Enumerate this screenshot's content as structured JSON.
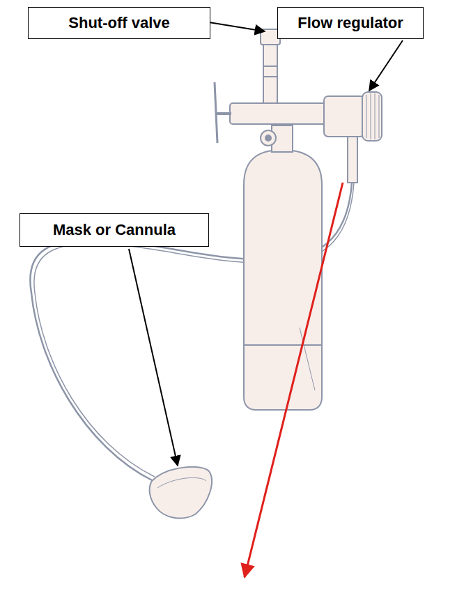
{
  "diagram": {
    "nodes": [
      {
        "text": [
          "Shut-off valve"
        ]
      },
      {
        "text": [
          "Flow regulator"
        ]
      },
      {
        "text": [
          "Mask or Cannula"
        ]
      }
    ]
  }
}
